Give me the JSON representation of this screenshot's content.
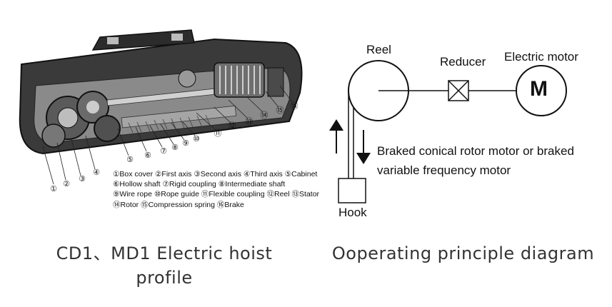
{
  "left": {
    "callouts": [
      "①",
      "②",
      "③",
      "④",
      "⑤",
      "⑥",
      "⑦",
      "⑧",
      "⑨",
      "⑩",
      "⑪",
      "⑫",
      "⑬",
      "⑭",
      "⑮",
      "⑯"
    ],
    "legend_lines": [
      "①Box cover ②First axis ③Second axis ④Third axis ⑤Cabinet",
      "⑥Hollow shaft ⑦Rigid coupling ⑧Intermediate shaft",
      "⑨Wire rope ⑩Rope guide ⑪Flexible coupling ⑫Reel ⑬Stator",
      "⑭Rotor ⑮Compression spring ⑯Brake"
    ],
    "caption_line1": "CD1、MD1 Electric hoist",
    "caption_line2": "profile"
  },
  "right": {
    "reel_label": "Reel",
    "reducer_label": "Reducer",
    "motor_label": "Electric motor",
    "motor_symbol": "M",
    "note_line1": "Braked conical rotor motor or braked",
    "note_line2": "variable frequency motor",
    "hook_label": "Hook",
    "caption": "Ooperating principle diagram"
  }
}
